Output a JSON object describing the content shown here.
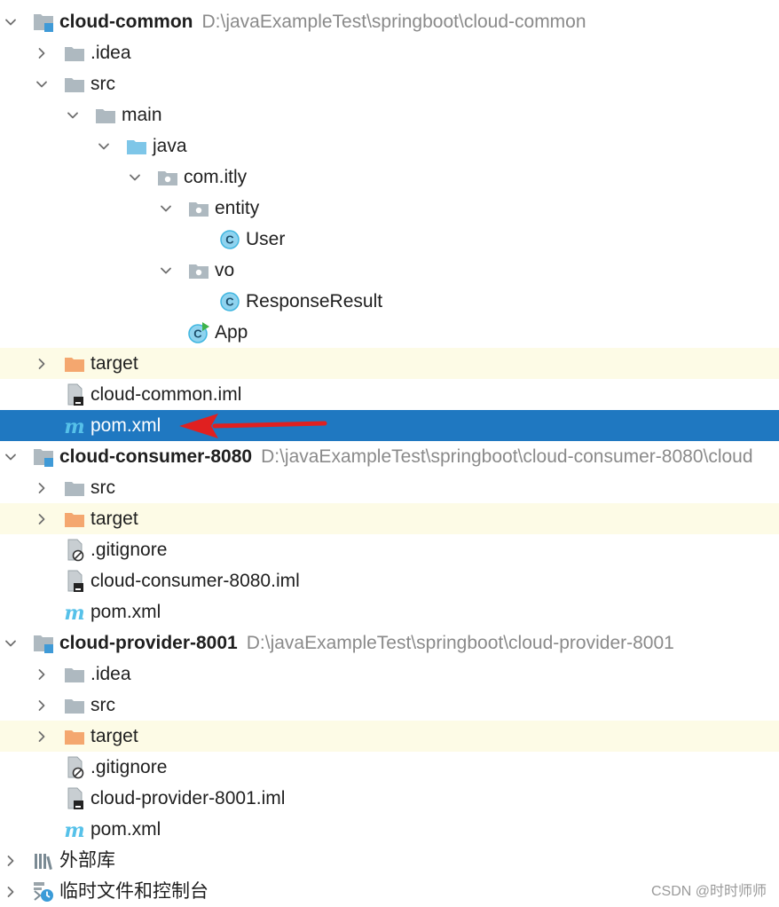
{
  "tree": [
    {
      "depth": 0,
      "expand": "open",
      "icon": "module",
      "label": "cloud-common",
      "bold": true,
      "path": "D:\\javaExampleTest\\springboot\\cloud-common"
    },
    {
      "depth": 1,
      "expand": "closed",
      "icon": "folder",
      "label": ".idea"
    },
    {
      "depth": 1,
      "expand": "open",
      "icon": "folder",
      "label": "src"
    },
    {
      "depth": 2,
      "expand": "open",
      "icon": "folder",
      "label": "main"
    },
    {
      "depth": 3,
      "expand": "open",
      "icon": "source-folder",
      "label": "java"
    },
    {
      "depth": 4,
      "expand": "open",
      "icon": "package",
      "label": "com.itly"
    },
    {
      "depth": 5,
      "expand": "open",
      "icon": "package",
      "label": "entity"
    },
    {
      "depth": 6,
      "expand": "none",
      "icon": "class",
      "label": "User"
    },
    {
      "depth": 5,
      "expand": "open",
      "icon": "package",
      "label": "vo"
    },
    {
      "depth": 6,
      "expand": "none",
      "icon": "class",
      "label": "ResponseResult"
    },
    {
      "depth": 5,
      "expand": "none",
      "icon": "app-class",
      "label": "App"
    },
    {
      "depth": 1,
      "expand": "closed",
      "icon": "excluded-folder",
      "label": "target",
      "excluded": true
    },
    {
      "depth": 1,
      "expand": "none",
      "icon": "iml-file",
      "label": "cloud-common.iml"
    },
    {
      "depth": 1,
      "expand": "none",
      "icon": "maven",
      "label": "pom.xml",
      "selected": true,
      "arrow": true
    },
    {
      "depth": 0,
      "expand": "open",
      "icon": "module",
      "label": "cloud-consumer-8080",
      "bold": true,
      "path": "D:\\javaExampleTest\\springboot\\cloud-consumer-8080\\cloud"
    },
    {
      "depth": 1,
      "expand": "closed",
      "icon": "folder",
      "label": "src"
    },
    {
      "depth": 1,
      "expand": "closed",
      "icon": "excluded-folder",
      "label": "target",
      "excluded": true
    },
    {
      "depth": 1,
      "expand": "none",
      "icon": "ignore-file",
      "label": ".gitignore"
    },
    {
      "depth": 1,
      "expand": "none",
      "icon": "iml-file",
      "label": "cloud-consumer-8080.iml"
    },
    {
      "depth": 1,
      "expand": "none",
      "icon": "maven",
      "label": "pom.xml"
    },
    {
      "depth": 0,
      "expand": "open",
      "icon": "module",
      "label": "cloud-provider-8001",
      "bold": true,
      "path": "D:\\javaExampleTest\\springboot\\cloud-provider-8001"
    },
    {
      "depth": 1,
      "expand": "closed",
      "icon": "folder",
      "label": ".idea"
    },
    {
      "depth": 1,
      "expand": "closed",
      "icon": "folder",
      "label": "src"
    },
    {
      "depth": 1,
      "expand": "closed",
      "icon": "excluded-folder",
      "label": "target",
      "excluded": true
    },
    {
      "depth": 1,
      "expand": "none",
      "icon": "ignore-file",
      "label": ".gitignore"
    },
    {
      "depth": 1,
      "expand": "none",
      "icon": "iml-file",
      "label": "cloud-provider-8001.iml"
    },
    {
      "depth": 1,
      "expand": "none",
      "icon": "maven",
      "label": "pom.xml"
    },
    {
      "depth": 0,
      "expand": "closed",
      "icon": "library",
      "label": "外部库"
    },
    {
      "depth": 0,
      "expand": "closed",
      "icon": "scratches",
      "label": "临时文件和控制台"
    }
  ],
  "watermark": "CSDN @时时师师",
  "colors": {
    "selection": "#1f78c1",
    "excluded_row": "#fdfbe6",
    "folder": "#aeb9c0",
    "source_folder": "#7ec6e8",
    "excluded_folder": "#f4a76f",
    "class_icon": "#40b6e0",
    "maven": "#56c1e9",
    "arrow": "#e02020",
    "path_text": "#8a8a8a"
  }
}
